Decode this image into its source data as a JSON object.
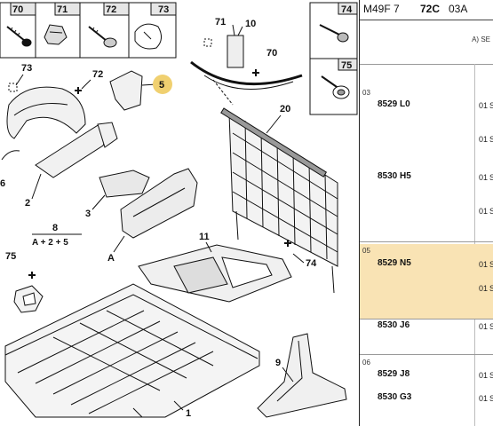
{
  "header": {
    "code_prefix": "M49F 7",
    "code_bold": "72C",
    "code_suffix": "03A"
  },
  "subheader": {
    "text": "A) SE"
  },
  "diagram": {
    "callouts": {
      "c70": "70",
      "c71": "71",
      "c72": "72",
      "c73": "73",
      "c74": "74",
      "c75": "75",
      "n73": "73",
      "n72": "72",
      "n5": "5",
      "n71": "71",
      "n10": "10",
      "n70": "70",
      "n20": "20",
      "n6": "6",
      "n2": "2",
      "n3": "3",
      "nA": "A",
      "n8": "8",
      "formula": "A + 2 + 5",
      "n11": "11",
      "n74": "74",
      "n75": "75",
      "n9": "9",
      "n1": "1"
    }
  },
  "sections": [
    {
      "num": "03",
      "rows": [
        {
          "ref": "8529 L0",
          "q1": "01",
          "q2": "S"
        },
        {
          "ref": "",
          "q1": "01",
          "q2": "S"
        },
        {
          "ref": "8530 H5",
          "q1": "01",
          "q2": "S"
        },
        {
          "ref": "",
          "q1": "01",
          "q2": "S"
        }
      ]
    },
    {
      "num": "05",
      "rows": [
        {
          "ref": "8529 N5",
          "q1": "01",
          "q2": "S"
        },
        {
          "ref": "",
          "q1": "01",
          "q2": "S"
        },
        {
          "ref": "8530 J6",
          "q1": "01",
          "q2": "S"
        }
      ]
    },
    {
      "num": "06",
      "rows": [
        {
          "ref": "8529 J8",
          "q1": "01",
          "q2": "S"
        },
        {
          "ref": "8530 G3",
          "q1": "01",
          "q2": "S"
        }
      ]
    }
  ],
  "colors": {
    "highlight": "#f9e3b4",
    "hotspot": "#f0d070",
    "line": "#111111"
  }
}
